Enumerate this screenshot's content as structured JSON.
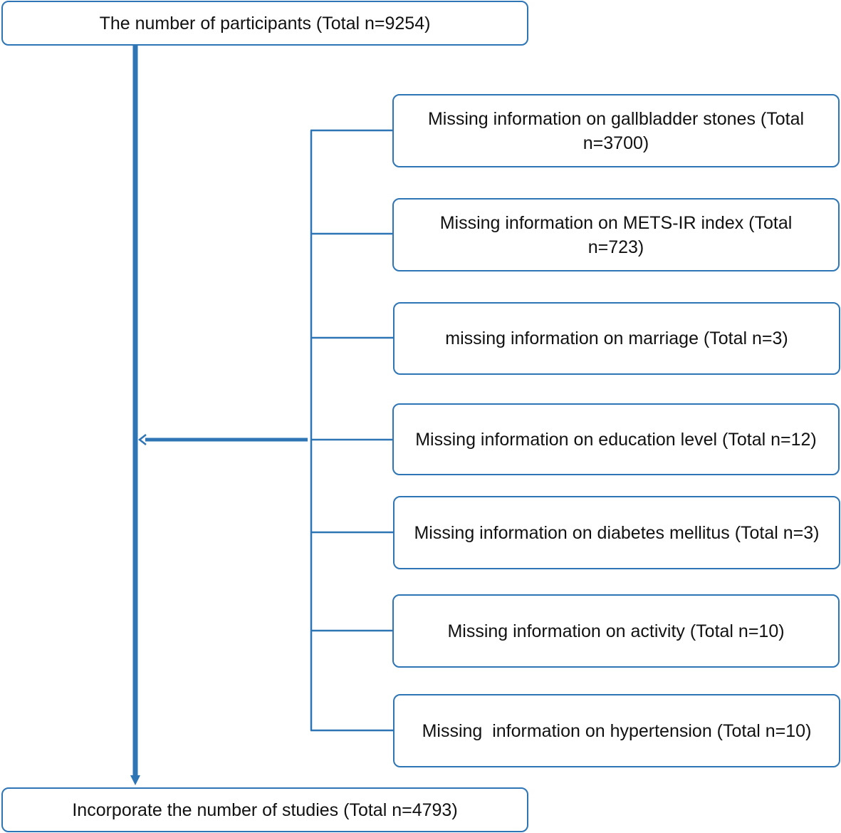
{
  "flow": {
    "top": "The number of participants (Total n=9254)",
    "bottom": "Incorporate the number of studies (Total n=4793)",
    "exclusions": [
      "Missing information on gallbladder stones (Total n=3700)",
      "Missing information on METS-IR index (Total n=723)",
      "missing information on marriage (Total n=3)",
      "Missing information on education level (Total n=12)",
      "Missing information on diabetes mellitus (Total n=3)",
      "Missing information on activity (Total n=10)",
      "Missing  information on hypertension (Total n=10)"
    ]
  },
  "colors": {
    "line": "#2e75b6",
    "border": "#2e75b6",
    "text": "#111111"
  }
}
